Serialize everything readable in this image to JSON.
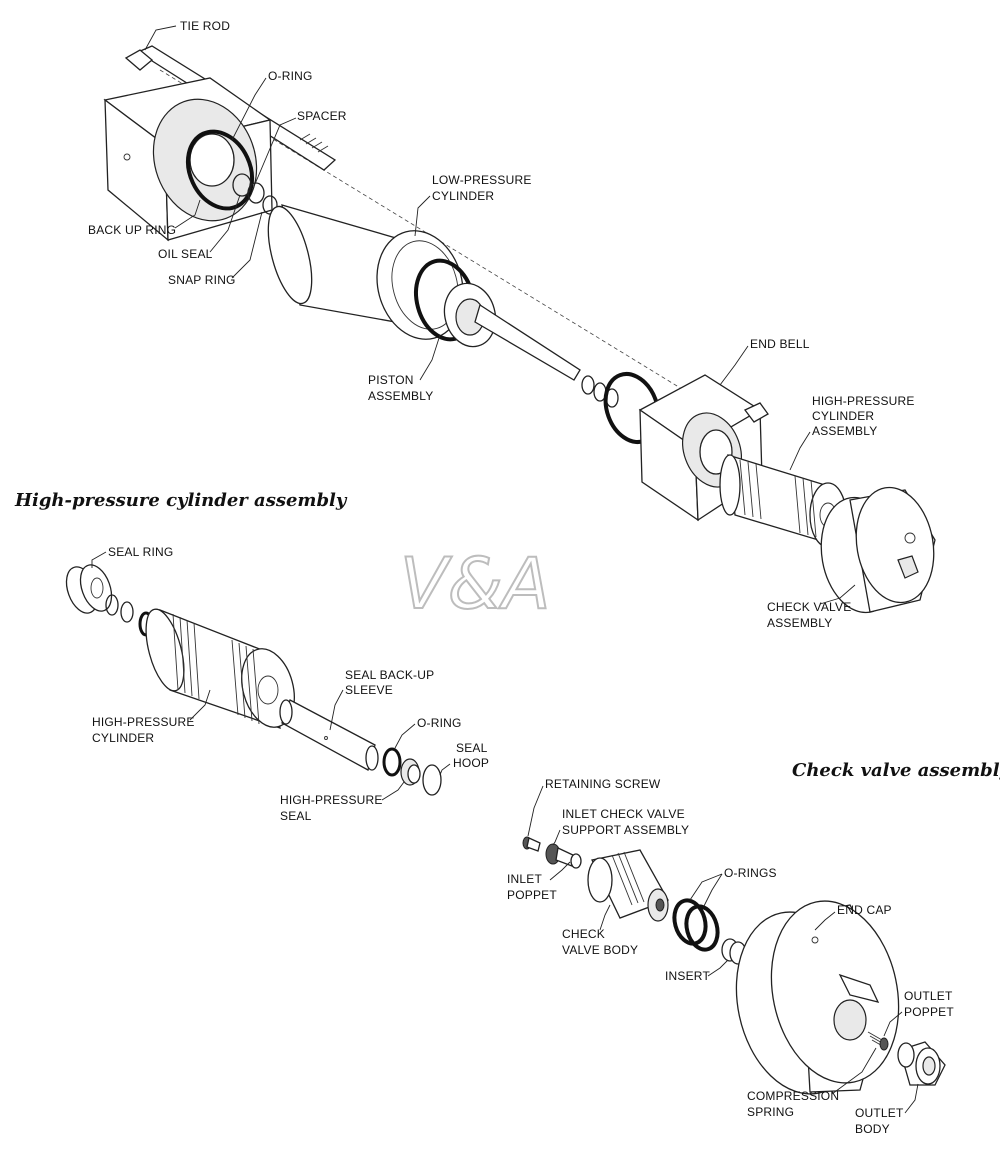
{
  "headings": {
    "hp_assembly": "High-pressure cylinder assembly",
    "check_valve": "Check valve assembly"
  },
  "watermark": "V&A",
  "labels": {
    "tie_rod": "TIE ROD",
    "o_ring": "O-RING",
    "spacer": "SPACER",
    "back_up_ring": "BACK UP RING",
    "oil_seal": "OIL SEAL",
    "snap_ring": "SNAP RING",
    "low_pressure_cylinder_1": "LOW-PRESSURE",
    "low_pressure_cylinder_2": "CYLINDER",
    "piston_assembly_1": "PISTON",
    "piston_assembly_2": "ASSEMBLY",
    "end_bell": "END BELL",
    "hp_cyl_assembly_1": "HIGH-PRESSURE",
    "hp_cyl_assembly_2": "CYLINDER",
    "hp_cyl_assembly_3": "ASSEMBLY",
    "check_valve_assembly_1": "CHECK VALVE",
    "check_valve_assembly_2": "ASSEMBLY",
    "seal_ring": "SEAL RING",
    "hp_cylinder_1": "HIGH-PRESSURE",
    "hp_cylinder_2": "CYLINDER",
    "seal_backup_1": "SEAL BACK-UP",
    "seal_backup_2": "SLEEVE",
    "o_ring_2": "O-RING",
    "seal_hoop_1": "SEAL",
    "seal_hoop_2": "HOOP",
    "hp_seal_1": "HIGH-PRESSURE",
    "hp_seal_2": "SEAL",
    "retaining_screw": "RETAINING SCREW",
    "inlet_support_1": "INLET CHECK VALVE",
    "inlet_support_2": "SUPPORT ASSEMBLY",
    "inlet_poppet_1": "INLET",
    "inlet_poppet_2": "POPPET",
    "o_rings": "O-RINGS",
    "check_valve_body_1": "CHECK",
    "check_valve_body_2": "VALVE BODY",
    "insert": "INSERT",
    "end_cap": "END CAP",
    "outlet_poppet_1": "OUTLET",
    "outlet_poppet_2": "POPPET",
    "compression_spring_1": "COMPRESSION",
    "compression_spring_2": "SPRING",
    "outlet_body_1": "OUTLET",
    "outlet_body_2": "BODY"
  }
}
